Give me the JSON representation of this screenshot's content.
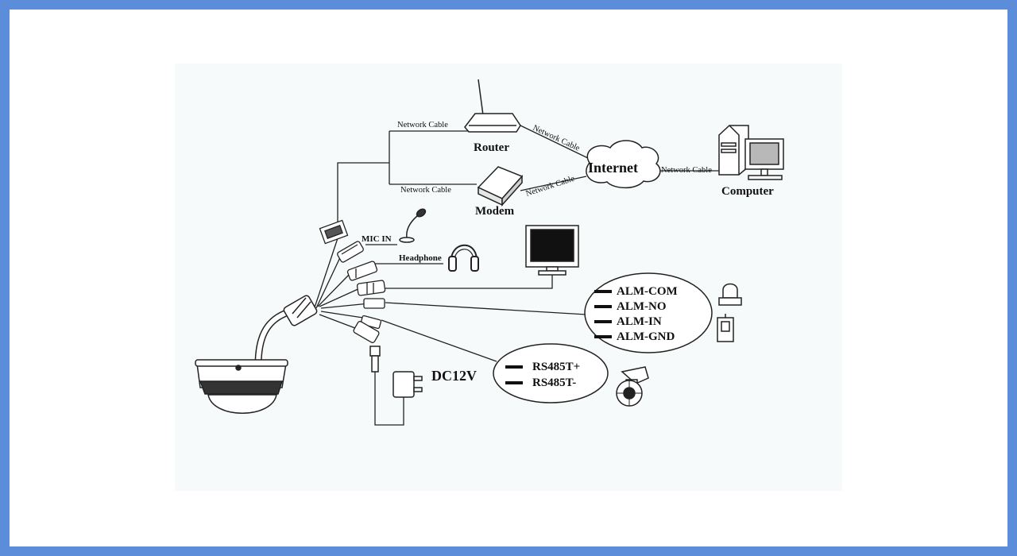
{
  "labels": {
    "network_cable_router": "Network Cable",
    "network_cable_modem": "Network Cable",
    "network_cable_router_internet": "Network Cable",
    "network_cable_modem_internet": "Network Cable",
    "network_cable_computer": "Network Cable",
    "router": "Router",
    "modem": "Modem",
    "internet": "Internet",
    "computer": "Computer",
    "mic_in": "MIC IN",
    "headphone": "Headphone",
    "dc12v": "DC12V"
  },
  "alarm_terminals": [
    "ALM-COM",
    "ALM-NO",
    "ALM-IN",
    "ALM-GND"
  ],
  "rs485_terminals": [
    "RS485T+",
    "RS485T-"
  ],
  "colors": {
    "border": "#5b8ddb",
    "panel": "#f7fafb",
    "ink": "#111111"
  }
}
